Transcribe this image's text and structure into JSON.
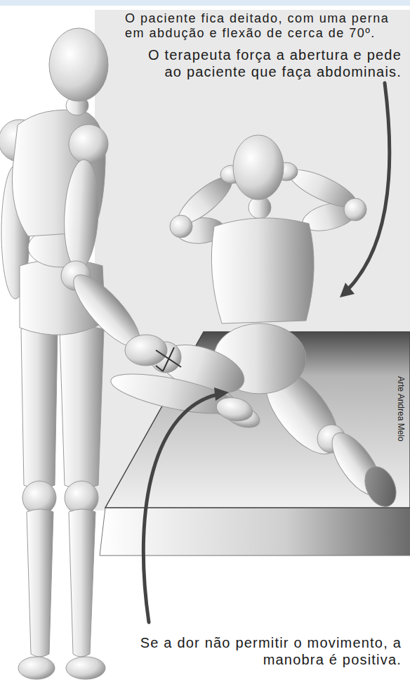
{
  "diagram": {
    "labels": [
      "O paciente fica deitado, com uma perna em abdução e flexão de cerca de 70º.",
      "O terapeuta força a abertura e pede ao paciente que faça abdominais.",
      "Se a dor não permitir o movimento, a manobra é positiva.",
      "Arte Andrea Melo"
    ]
  }
}
